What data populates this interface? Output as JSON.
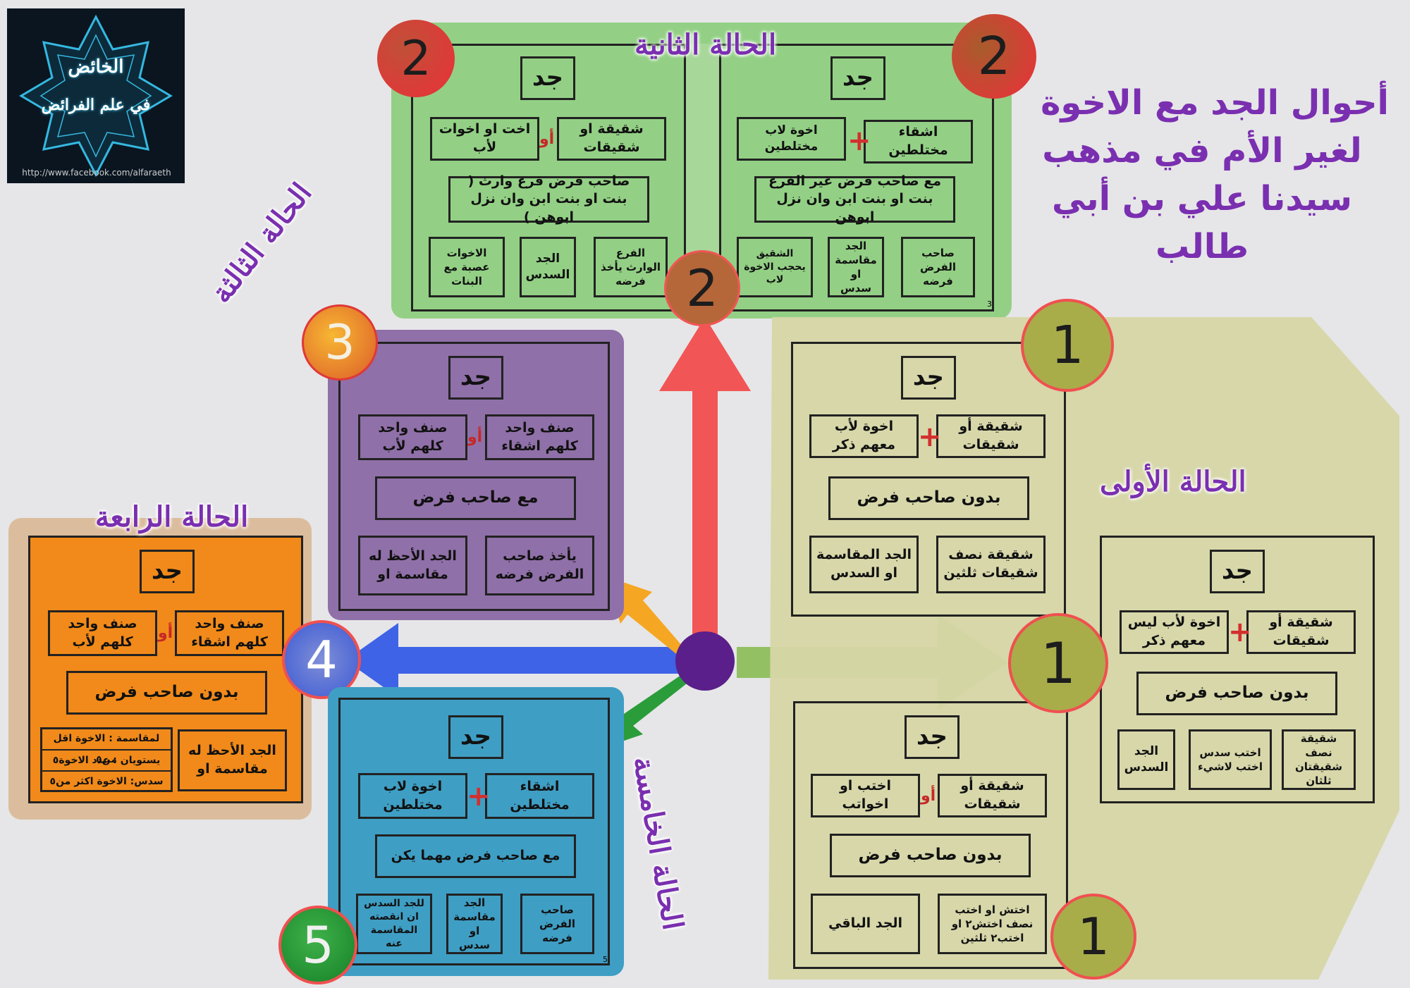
{
  "main_title": {
    "line1": "أحوال الجد مع الاخوة",
    "line2": "لغير الأم في مذهب",
    "line3": "سيدنا علي بن أبي",
    "line4": "طالب"
  },
  "logo": {
    "line1": "الخائض",
    "line2": "في علم الفرائض",
    "url": "http://www.facebook.com/alfaraeth"
  },
  "colors": {
    "background": "#e6e6e8",
    "case1_panel": "#d6d6a6",
    "case2_panel": "#8ecf80",
    "case3_panel": "#9070a8",
    "case4_panel": "#f18a1a",
    "case5_panel": "#3f9ec4",
    "arrow_red": "#f05050",
    "arrow_blue": "#3f63e6",
    "arrow_green": "#90c060",
    "arrow_orange": "#f5a623",
    "arrow_darkgreen": "#2a9d3a",
    "center_dot": "#5a1f8a",
    "title_purple": "#7a2fb0"
  },
  "common": {
    "grandfather": "جد",
    "or": "أو",
    "or2": "او"
  },
  "case1": {
    "label": "الحالة الأولى",
    "badge1": "1",
    "badge2": "1",
    "badge3": "1",
    "a": {
      "full_sisters": "شقيقة أو شقيقات",
      "paternal_brothers": "اخوة لأب معهم ذكر",
      "no_fard": "بدون صاحب فرض",
      "sister_share": "شقيقة نصف شقيقات ثلثين",
      "grandfather_share": "الجد المقاسمة او السدس"
    },
    "b": {
      "full_sisters": "شقيقة أو شقيقات",
      "paternal_brothers": "اخوة لأب ليس معهم ذكر",
      "no_fard": "بدون صاحب فرض",
      "sister_share": "شقيقة نصف شقيقتان ثلثان",
      "paternal_sister_share": "اختب سدس اختب لاشيء",
      "grandfather_share": "الجد السدس"
    },
    "c": {
      "full_sisters": "شقيقة أو شقيقات",
      "paternal_sisters": "اختب او اخواتب",
      "no_fard": "بدون صاحب فرض",
      "sister_share": "اختش او اختب نصف اختش٢ او اختب٢ ثلثين",
      "grandfather_share": "الجد الباقي"
    }
  },
  "case2": {
    "label": "الحالة الثانية",
    "badge_left": "2",
    "badge_right": "2",
    "badge_bottom": "2",
    "right": {
      "mixed_full": "اشقاء مختلطين",
      "mixed_paternal": "اخوة لاب مختلطين",
      "with_fard": "مع صاحب فرض غير الفرع بنت او بنت ابن وان نزل ابوهن",
      "fard_owner": "صاحب الفرض فرضه",
      "grandfather": "الجد مقاسمة او سدس",
      "full_brother": "الشقيق يحجب الاخوة لاب",
      "corner": "3"
    },
    "left": {
      "full_sisters": "شقيقة او شقيقات",
      "paternal_sisters": "اخت او اخوات لأب",
      "with_heir": "صاحب فرض فرع وارث ( بنت او بنت ابن وان نزل ابوهن )",
      "heir_share": "الفرع الوارث يأخذ فرضه",
      "grandfather": "الجد السدس",
      "sisters_asaba": "الاخوات عصبة مع البنات"
    }
  },
  "case3": {
    "label": "الحالة الثالثة",
    "badge": "3",
    "full_type": "صنف واحد كلهم اشقاء",
    "paternal_type": "صنف واحد كلهم لأب",
    "with_fard": "مع صاحب فرض",
    "fard_share": "يأخذ صاحب الفرض فرضه",
    "grandfather": "الجد الأحظ له مقاسمة او"
  },
  "case4": {
    "label": "الحالة الرابعة",
    "badge": "4",
    "full_type": "صنف واحد كلهم اشقاء",
    "paternal_type": "صنف واحد كلهم لأب",
    "no_fard": "بدون صاحب فرض",
    "grandfather": "الجد الأحظ له مقاسمة او",
    "rule1": "لمقاسمة : الاخوة اقل من٥",
    "rule2": "يستويان : عدد الاخوة٥",
    "rule3": "سدس: الاخوة اكثر من٥"
  },
  "case5": {
    "label": "الحالة الخامسة",
    "badge": "5",
    "mixed_full": "اشقاء مختلطين",
    "mixed_paternal": "اخوة لاب مختلطين",
    "with_any_fard": "مع صاحب فرض مهما يكن",
    "fard_owner": "صاحب الفرض فرضه",
    "grandfather": "الجد مقاسمة او سدس",
    "grandfather_sixth": "للجد السدس ان انقصته المقاسمة عنه",
    "corner": "5"
  }
}
